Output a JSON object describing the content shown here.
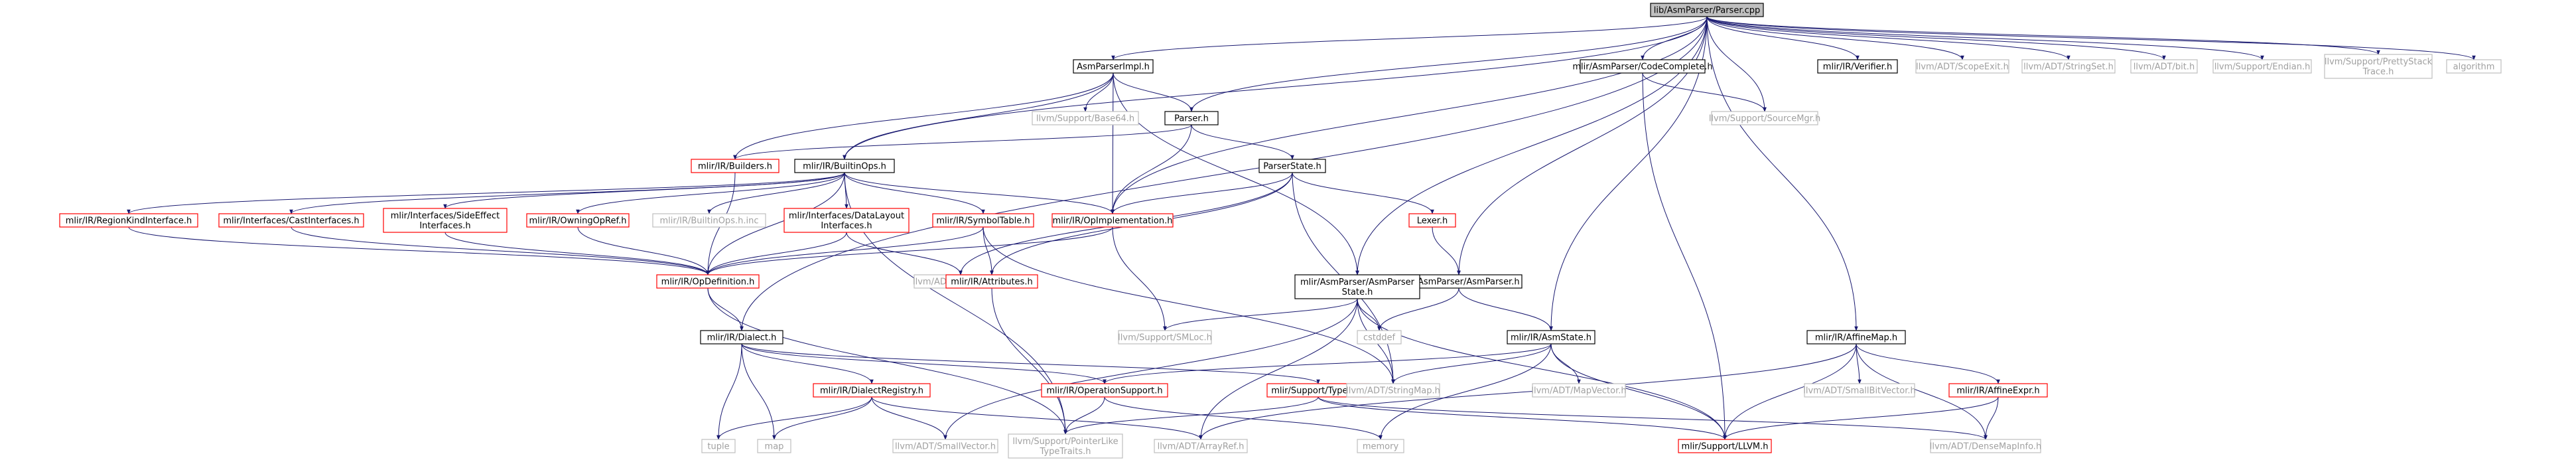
{
  "title": "lib/AsmParser/Parser.cpp",
  "colors": {
    "edge": "#191970",
    "edge_ref": "#000000",
    "box_black": "#000000",
    "box_red": "#ff0000",
    "box_gray": "#bfbfbf",
    "root_fill": "#bfbfbf",
    "text_black": "#000000",
    "text_gray": "#a0a0a0"
  },
  "nodes": {
    "root": {
      "lines": [
        "lib/AsmParser/Parser.cpp"
      ],
      "style": "root"
    },
    "asmparserimpl": {
      "lines": [
        "AsmParserImpl.h"
      ],
      "style": "black"
    },
    "codecomplete": {
      "lines": [
        "mlir/AsmParser/CodeComplete.h"
      ],
      "style": "black"
    },
    "verifier": {
      "lines": [
        "mlir/IR/Verifier.h"
      ],
      "style": "black"
    },
    "scopeexit": {
      "lines": [
        "llvm/ADT/ScopeExit.h"
      ],
      "style": "gray"
    },
    "stringset": {
      "lines": [
        "llvm/ADT/StringSet.h"
      ],
      "style": "gray"
    },
    "bit": {
      "lines": [
        "llvm/ADT/bit.h"
      ],
      "style": "gray"
    },
    "endian": {
      "lines": [
        "llvm/Support/Endian.h"
      ],
      "style": "gray"
    },
    "prettystack": {
      "lines": [
        "llvm/Support/PrettyStack",
        "Trace.h"
      ],
      "style": "gray"
    },
    "algorithm": {
      "lines": [
        "algorithm"
      ],
      "style": "gray"
    },
    "base64": {
      "lines": [
        "llvm/Support/Base64.h"
      ],
      "style": "gray"
    },
    "parser": {
      "lines": [
        "Parser.h"
      ],
      "style": "black"
    },
    "sourcemgr": {
      "lines": [
        "llvm/Support/SourceMgr.h"
      ],
      "style": "gray"
    },
    "builders": {
      "lines": [
        "mlir/IR/Builders.h"
      ],
      "style": "red"
    },
    "builtinops": {
      "lines": [
        "mlir/IR/BuiltinOps.h"
      ],
      "style": "black"
    },
    "parserstate": {
      "lines": [
        "ParserState.h"
      ],
      "style": "black"
    },
    "regionkind": {
      "lines": [
        "mlir/IR/RegionKindInterface.h"
      ],
      "style": "red"
    },
    "castinterfaces": {
      "lines": [
        "mlir/Interfaces/CastInterfaces.h"
      ],
      "style": "red"
    },
    "sideeffect": {
      "lines": [
        "mlir/Interfaces/SideEffect",
        "Interfaces.h"
      ],
      "style": "red"
    },
    "owningopref": {
      "lines": [
        "mlir/IR/OwningOpRef.h"
      ],
      "style": "red"
    },
    "builtinopsinc": {
      "lines": [
        "mlir/IR/BuiltinOps.h.inc"
      ],
      "style": "gray"
    },
    "datalayout": {
      "lines": [
        "mlir/Interfaces/DataLayout",
        "Interfaces.h"
      ],
      "style": "red"
    },
    "symboltable": {
      "lines": [
        "mlir/IR/SymbolTable.h"
      ],
      "style": "red"
    },
    "opimpl": {
      "lines": [
        "mlir/IR/OpImplementation.h"
      ],
      "style": "red"
    },
    "lexer": {
      "lines": [
        "Lexer.h"
      ],
      "style": "red"
    },
    "asmparser": {
      "lines": [
        "mlir/AsmParser/AsmParser.h"
      ],
      "style": "black"
    },
    "affinemap": {
      "lines": [
        "mlir/IR/AffineMap.h"
      ],
      "style": "black"
    },
    "opdefinition": {
      "lines": [
        "mlir/IR/OpDefinition.h"
      ],
      "style": "red"
    },
    "densemap": {
      "lines": [
        "llvm/ADT/DenseMap.h"
      ],
      "style": "gray"
    },
    "attributes": {
      "lines": [
        "mlir/IR/Attributes.h"
      ],
      "style": "red"
    },
    "asmparserstate": {
      "lines": [
        "mlir/AsmParser/AsmParser",
        "State.h"
      ],
      "style": "black"
    },
    "cstddef": {
      "lines": [
        "cstddef"
      ],
      "style": "gray"
    },
    "asmstate": {
      "lines": [
        "mlir/IR/AsmState.h"
      ],
      "style": "black"
    },
    "dialect": {
      "lines": [
        "mlir/IR/Dialect.h"
      ],
      "style": "black"
    },
    "smloc": {
      "lines": [
        "llvm/Support/SMLoc.h"
      ],
      "style": "gray"
    },
    "dialectregistry": {
      "lines": [
        "mlir/IR/DialectRegistry.h"
      ],
      "style": "red"
    },
    "operationsupport": {
      "lines": [
        "mlir/IR/OperationSupport.h"
      ],
      "style": "red"
    },
    "typeid": {
      "lines": [
        "mlir/Support/TypeID.h"
      ],
      "style": "red"
    },
    "stringmap": {
      "lines": [
        "llvm/ADT/StringMap.h"
      ],
      "style": "gray"
    },
    "mapvector": {
      "lines": [
        "llvm/ADT/MapVector.h"
      ],
      "style": "gray"
    },
    "smallbitvector": {
      "lines": [
        "llvm/ADT/SmallBitVector.h"
      ],
      "style": "gray"
    },
    "affineexpr": {
      "lines": [
        "mlir/IR/AffineExpr.h"
      ],
      "style": "red"
    },
    "tuple": {
      "lines": [
        "tuple"
      ],
      "style": "gray"
    },
    "map": {
      "lines": [
        "map"
      ],
      "style": "gray"
    },
    "smallvector": {
      "lines": [
        "llvm/ADT/SmallVector.h"
      ],
      "style": "gray"
    },
    "pointerlike": {
      "lines": [
        "llvm/Support/PointerLike",
        "TypeTraits.h"
      ],
      "style": "gray"
    },
    "arrayref": {
      "lines": [
        "llvm/ADT/ArrayRef.h"
      ],
      "style": "gray"
    },
    "memory": {
      "lines": [
        "memory"
      ],
      "style": "gray"
    },
    "llvmh": {
      "lines": [
        "mlir/Support/LLVM.h"
      ],
      "style": "red"
    },
    "densemapinfo": {
      "lines": [
        "llvm/ADT/DenseMapInfo.h"
      ],
      "style": "gray"
    }
  },
  "edges": [
    [
      "root",
      "asmparserimpl"
    ],
    [
      "root",
      "codecomplete"
    ],
    [
      "root",
      "verifier"
    ],
    [
      "root",
      "scopeexit"
    ],
    [
      "root",
      "stringset"
    ],
    [
      "root",
      "bit"
    ],
    [
      "root",
      "endian"
    ],
    [
      "root",
      "prettystack"
    ],
    [
      "root",
      "algorithm"
    ],
    [
      "root",
      "parser"
    ],
    [
      "root",
      "sourcemgr"
    ],
    [
      "root",
      "builtinops"
    ],
    [
      "root",
      "dialect"
    ],
    [
      "root",
      "opimpl"
    ],
    [
      "root",
      "asmparser"
    ],
    [
      "root",
      "asmparserstate"
    ],
    [
      "root",
      "asmstate"
    ],
    [
      "root",
      "affinemap"
    ],
    [
      "asmparserimpl",
      "base64"
    ],
    [
      "asmparserimpl",
      "parser"
    ],
    [
      "asmparserimpl",
      "builders"
    ],
    [
      "asmparserimpl",
      "builtinops"
    ],
    [
      "asmparserimpl",
      "opimpl"
    ],
    [
      "asmparserimpl",
      "asmparserstate"
    ],
    [
      "codecomplete",
      "sourcemgr"
    ],
    [
      "codecomplete",
      "llvmh"
    ],
    [
      "parser",
      "parserstate"
    ],
    [
      "parser",
      "builders"
    ],
    [
      "parser",
      "opimpl"
    ],
    [
      "builders",
      "opdefinition"
    ],
    [
      "builtinops",
      "regionkind"
    ],
    [
      "builtinops",
      "castinterfaces"
    ],
    [
      "builtinops",
      "sideeffect"
    ],
    [
      "builtinops",
      "owningopref"
    ],
    [
      "builtinops",
      "builtinopsinc"
    ],
    [
      "builtinops",
      "datalayout"
    ],
    [
      "builtinops",
      "symboltable"
    ],
    [
      "builtinops",
      "opimpl"
    ],
    [
      "builtinops",
      "opdefinition"
    ],
    [
      "builtinops",
      "pointerlike"
    ],
    [
      "parserstate",
      "lexer"
    ],
    [
      "parserstate",
      "opimpl"
    ],
    [
      "parserstate",
      "attributes"
    ],
    [
      "parserstate",
      "densemap"
    ],
    [
      "parserstate",
      "stringmap"
    ],
    [
      "regionkind",
      "opdefinition"
    ],
    [
      "castinterfaces",
      "opdefinition"
    ],
    [
      "sideeffect",
      "opdefinition"
    ],
    [
      "owningopref",
      "opdefinition"
    ],
    [
      "datalayout",
      "opdefinition"
    ],
    [
      "datalayout",
      "densemap"
    ],
    [
      "symboltable",
      "opdefinition"
    ],
    [
      "symboltable",
      "attributes"
    ],
    [
      "symboltable",
      "stringmap"
    ],
    [
      "opimpl",
      "opdefinition"
    ],
    [
      "opimpl",
      "smloc"
    ],
    [
      "lexer",
      "asmparser"
    ],
    [
      "asmparser",
      "cstddef"
    ],
    [
      "asmparser",
      "asmstate"
    ],
    [
      "opdefinition",
      "dialect"
    ],
    [
      "opdefinition",
      "pointerlike"
    ],
    [
      "attributes",
      "pointerlike"
    ],
    [
      "asmparserstate",
      "smloc"
    ],
    [
      "asmparserstate",
      "cstddef"
    ],
    [
      "asmparserstate",
      "arrayref"
    ],
    [
      "asmparserstate",
      "llvmh"
    ],
    [
      "asmparserstate",
      "stringmap"
    ],
    [
      "asmparserstate",
      "smallvector"
    ],
    [
      "asmstate",
      "operationsupport"
    ],
    [
      "asmstate",
      "stringmap"
    ],
    [
      "asmstate",
      "mapvector"
    ],
    [
      "asmstate",
      "memory"
    ],
    [
      "asmstate",
      "llvmh"
    ],
    [
      "dialect",
      "dialectregistry"
    ],
    [
      "dialect",
      "operationsupport"
    ],
    [
      "dialect",
      "typeid"
    ],
    [
      "dialect",
      "tuple"
    ],
    [
      "dialect",
      "map"
    ],
    [
      "dialectregistry",
      "tuple"
    ],
    [
      "dialectregistry",
      "map"
    ],
    [
      "dialectregistry",
      "smallvector"
    ],
    [
      "dialectregistry",
      "arrayref"
    ],
    [
      "operationsupport",
      "pointerlike"
    ],
    [
      "operationsupport",
      "memory"
    ],
    [
      "typeid",
      "pointerlike"
    ],
    [
      "typeid",
      "llvmh"
    ],
    [
      "typeid",
      "densemapinfo"
    ],
    [
      "affinemap",
      "smallbitvector"
    ],
    [
      "affinemap",
      "affineexpr"
    ],
    [
      "affinemap",
      "arrayref"
    ],
    [
      "affinemap",
      "llvmh"
    ],
    [
      "affinemap",
      "densemapinfo"
    ],
    [
      "affineexpr",
      "llvmh"
    ],
    [
      "affineexpr",
      "densemapinfo"
    ]
  ]
}
